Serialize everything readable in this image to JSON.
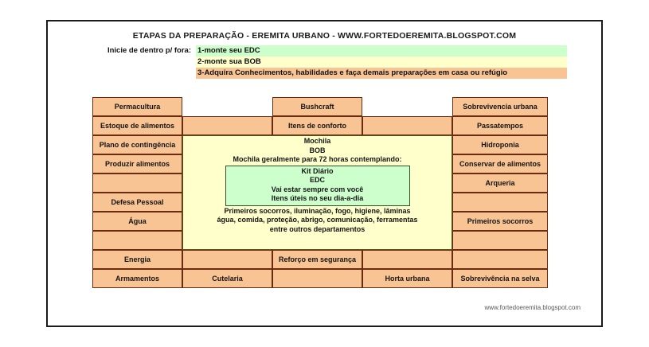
{
  "page": {
    "title": "ETAPAS DA PREPARAÇÃO - EREMITA URBANO - WWW.FORTEDOEREMITA.BLOGSPOT.COM",
    "footer_url": "www.fortedoeremita.blogspot.com"
  },
  "colors": {
    "orange_cell": "#F9C493",
    "cream_cell": "#FFFFCC",
    "green_cell": "#CCFFCC",
    "cell_border": "#6B2B10",
    "frame_border": "#1A1A1A",
    "page_background": "#FFFFFF"
  },
  "legend": {
    "label": "Inicie de dentro p/ fora:",
    "rows": [
      {
        "text": "1-monte seu EDC",
        "color": "#CCFFCC"
      },
      {
        "text": "2-monte sua BOB",
        "color": "#FFFFCC"
      },
      {
        "text": "3-Adquira Conhecimentos, habilidades e faça demais preparações em casa ou refúgio",
        "color": "#F9C493"
      }
    ]
  },
  "grid": {
    "columns": 5,
    "rows": 10,
    "cells": [
      {
        "row": 1,
        "col": 1,
        "label": "Permacultura",
        "filled": true
      },
      {
        "row": 1,
        "col": 2,
        "label": "",
        "filled": false
      },
      {
        "row": 1,
        "col": 3,
        "label": "Bushcraft",
        "filled": true
      },
      {
        "row": 1,
        "col": 4,
        "label": "",
        "filled": false
      },
      {
        "row": 1,
        "col": 5,
        "label": "Sobrevivencia urbana",
        "filled": true
      },
      {
        "row": 2,
        "col": 1,
        "label": "Estoque de alimentos",
        "filled": true
      },
      {
        "row": 2,
        "col": 2,
        "label": "",
        "filled": true
      },
      {
        "row": 2,
        "col": 3,
        "label": "Itens de conforto",
        "filled": true
      },
      {
        "row": 2,
        "col": 4,
        "label": "",
        "filled": true
      },
      {
        "row": 2,
        "col": 5,
        "label": "Passatempos",
        "filled": true
      },
      {
        "row": 3,
        "col": 1,
        "label": "Plano de contingência",
        "filled": true
      },
      {
        "row": 3,
        "col": 5,
        "label": "Hidroponia",
        "filled": true
      },
      {
        "row": 4,
        "col": 1,
        "label": "Produzir alimentos",
        "filled": true
      },
      {
        "row": 4,
        "col": 5,
        "label": "Conservar de alimentos",
        "filled": true
      },
      {
        "row": 5,
        "col": 1,
        "label": "",
        "filled": true
      },
      {
        "row": 5,
        "col": 5,
        "label": "Arqueria",
        "filled": true
      },
      {
        "row": 6,
        "col": 1,
        "label": "Defesa Pessoal",
        "filled": true
      },
      {
        "row": 6,
        "col": 5,
        "label": "",
        "filled": true
      },
      {
        "row": 7,
        "col": 1,
        "label": "Água",
        "filled": true
      },
      {
        "row": 7,
        "col": 5,
        "label": "Primeiros socorros",
        "filled": true
      },
      {
        "row": 8,
        "col": 1,
        "label": "",
        "filled": true
      },
      {
        "row": 8,
        "col": 5,
        "label": "",
        "filled": true
      },
      {
        "row": 9,
        "col": 1,
        "label": "Energia",
        "filled": true
      },
      {
        "row": 9,
        "col": 2,
        "label": "",
        "filled": true
      },
      {
        "row": 9,
        "col": 3,
        "label": "Reforço em segurança",
        "filled": true
      },
      {
        "row": 9,
        "col": 4,
        "label": "",
        "filled": true
      },
      {
        "row": 9,
        "col": 5,
        "label": "",
        "filled": true
      },
      {
        "row": 10,
        "col": 1,
        "label": "Armamentos",
        "filled": true
      },
      {
        "row": 10,
        "col": 2,
        "label": "Cutelaria",
        "filled": true
      },
      {
        "row": 10,
        "col": 3,
        "label": "",
        "filled": true
      },
      {
        "row": 10,
        "col": 4,
        "label": "Horta urbana",
        "filled": true
      },
      {
        "row": 10,
        "col": 5,
        "label": "Sobrevivência na selva",
        "filled": true
      }
    ]
  },
  "centre": {
    "lines_before": [
      "Mochila",
      "BOB",
      "Mochila geralmente para 72 horas contemplando:"
    ],
    "green_box_lines": [
      "Kit Diário",
      "EDC",
      "Vai estar sempre com você",
      "Itens úteis no seu dia-a-dia"
    ],
    "lines_after": [
      "Primeiros socorros, iluminação, fogo, higiene, lâminas",
      "água, comida, proteção, abrigo, comunicação, ferramentas",
      "entre outros departamentos"
    ]
  }
}
